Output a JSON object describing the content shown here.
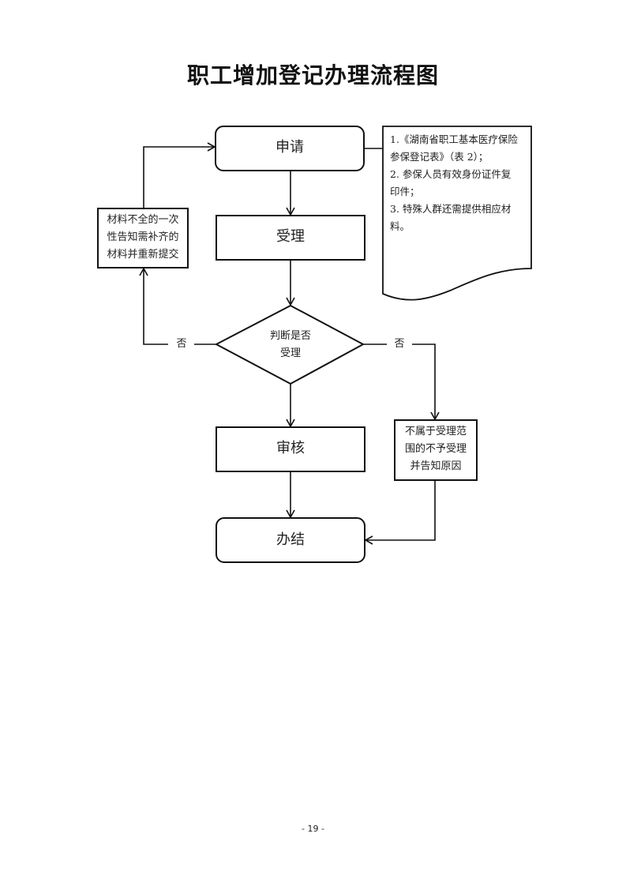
{
  "title": "职工增加登记办理流程图",
  "nodes": {
    "apply": "申请",
    "accept": "受理",
    "decision": [
      "判断是否",
      "受理"
    ],
    "review": "审核",
    "complete": "办结",
    "supplement": [
      "材料不全的一次",
      "性告知需补齐的",
      "材料并重新提交"
    ],
    "reject": [
      "不属于受理范",
      "围的不予受理",
      "并告知原因"
    ]
  },
  "document": {
    "lines": [
      "1.《湖南省职工基本医疗保险",
      "参保登记表》（表 2）；",
      "2. 参保人员有效身份证件复",
      "印件；",
      "3. 特殊人群还需提供相应材",
      "料。"
    ]
  },
  "edge_labels": {
    "left_no": "否",
    "right_no": "否"
  },
  "page_number": "- 19 -"
}
